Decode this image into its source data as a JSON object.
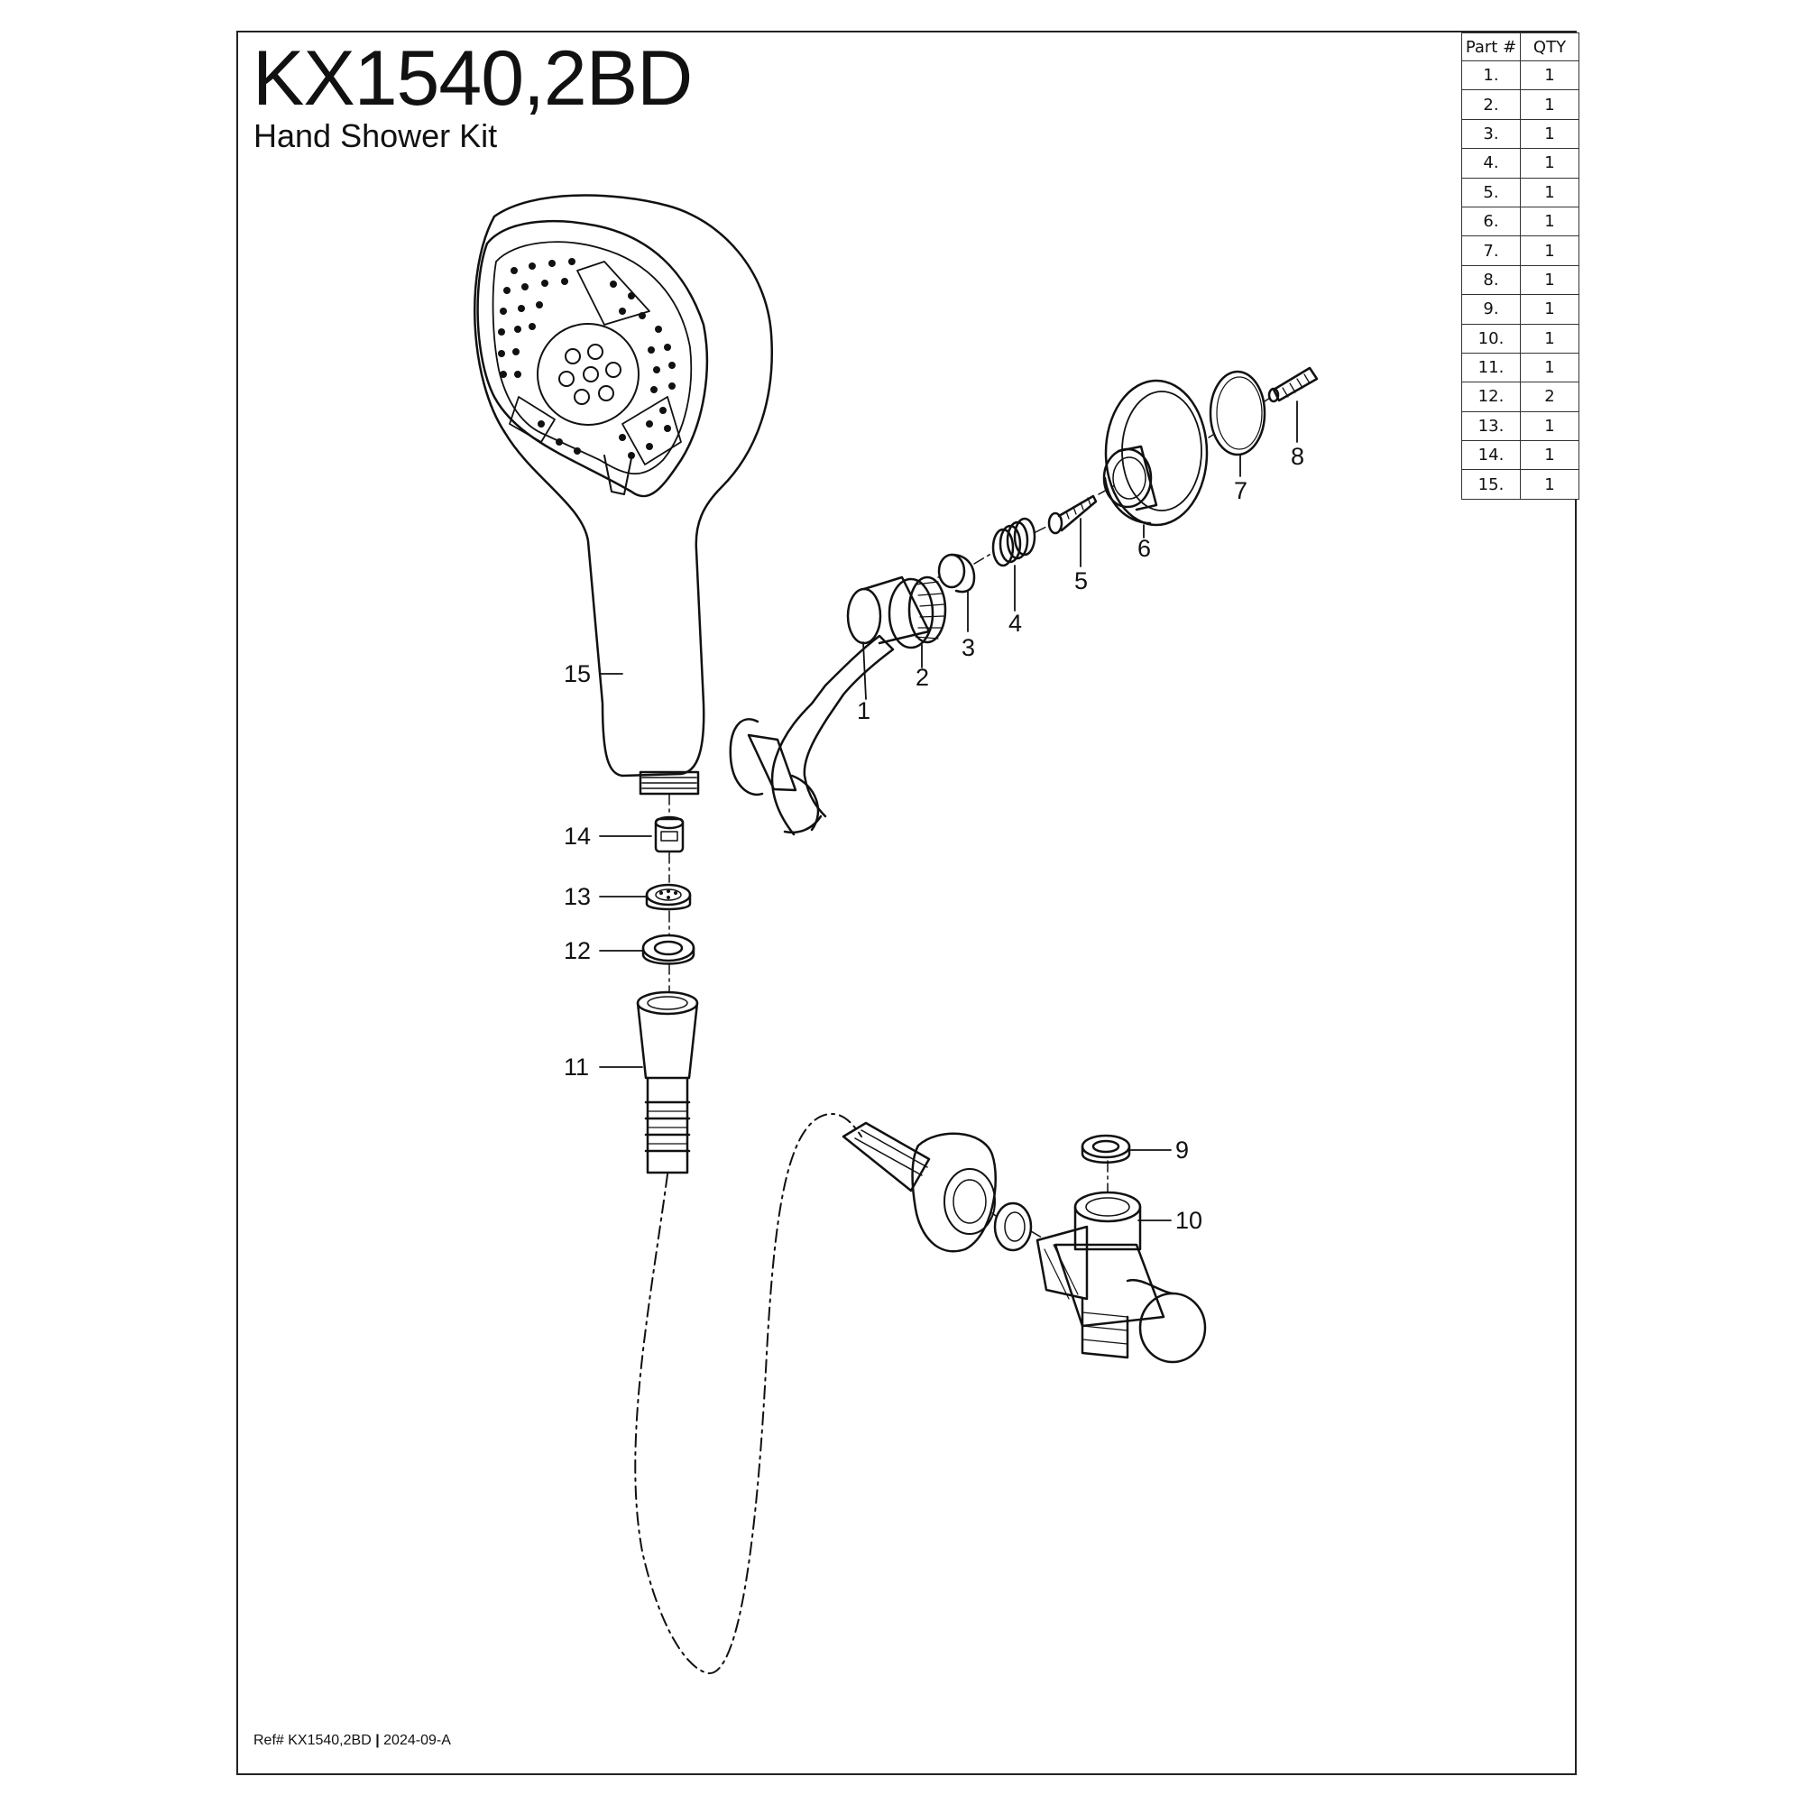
{
  "header": {
    "title": "KX1540,2BD",
    "subtitle": "Hand Shower Kit"
  },
  "footer": {
    "ref_label": "Ref# KX1540,2BD",
    "separator": "|",
    "revision": "2024-09-A"
  },
  "parts_table": {
    "headers": [
      "Part #",
      "QTY"
    ],
    "rows": [
      [
        "1.",
        "1"
      ],
      [
        "2.",
        "1"
      ],
      [
        "3.",
        "1"
      ],
      [
        "4.",
        "1"
      ],
      [
        "5.",
        "1"
      ],
      [
        "6.",
        "1"
      ],
      [
        "7.",
        "1"
      ],
      [
        "8.",
        "1"
      ],
      [
        "9.",
        "1"
      ],
      [
        "10.",
        "1"
      ],
      [
        "11.",
        "1"
      ],
      [
        "12.",
        "2"
      ],
      [
        "13.",
        "1"
      ],
      [
        "14.",
        "1"
      ],
      [
        "15.",
        "1"
      ]
    ]
  },
  "callouts": {
    "c1": "1",
    "c2": "2",
    "c3": "3",
    "c4": "4",
    "c5": "5",
    "c6": "6",
    "c7": "7",
    "c8": "8",
    "c9": "9",
    "c10": "10",
    "c11": "11",
    "c12": "12",
    "c13": "13",
    "c14": "14",
    "c15": "15"
  }
}
